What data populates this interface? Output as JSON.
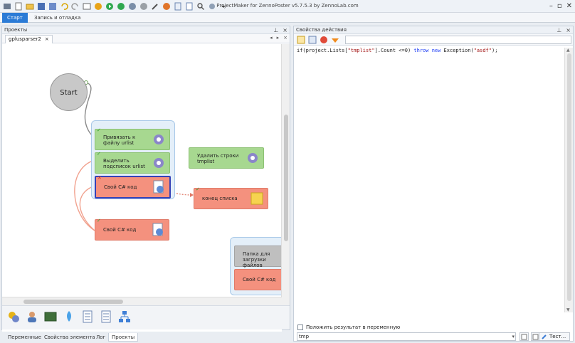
{
  "window": {
    "title": "ProjectMaker for ZennoPoster v5.7.5.3 by ZennoLab.com"
  },
  "ribbon": {
    "tabs": [
      "Старт",
      "Запись и отладка"
    ]
  },
  "projects_panel": {
    "title": "Проекты",
    "doc_tab": "gplusparser2",
    "start_label": "Start",
    "nodes": {
      "bind_file": "Привязать к файлу urlist",
      "select_list": "Выделить подсписок urlist",
      "csharp_selected": "Свой C# код",
      "csharp_lower": "Свой C# код",
      "delete_lines": "Удалить строки tmplist",
      "list_end": "конец списка",
      "folder_upload": "Папка для загрузки файлов",
      "csharp_right": "Свой C# код"
    }
  },
  "bottom_tabs": [
    "Переменные",
    "Свойства элемента",
    "Лог",
    "Проекты"
  ],
  "action_panel": {
    "title": "Свойства действия",
    "code": {
      "part1": "if(project.Lists[",
      "part2": "\"tmplist\"",
      "part3": "].Count <=0) ",
      "kw1": "throw",
      "sp": " ",
      "kw2": "new",
      "part4": " Exception(",
      "part5": "\"asdf\"",
      "part6": ");"
    },
    "put_result_label": "Положить результат в переменную",
    "variable_value": "tmp",
    "test_button": "Тест..."
  },
  "colors": {
    "accent": "#2b7bd6",
    "node_green": "#a7d890",
    "node_red": "#f4917e",
    "node_gray": "#bfbfbf",
    "selected_border": "#3441b7"
  }
}
